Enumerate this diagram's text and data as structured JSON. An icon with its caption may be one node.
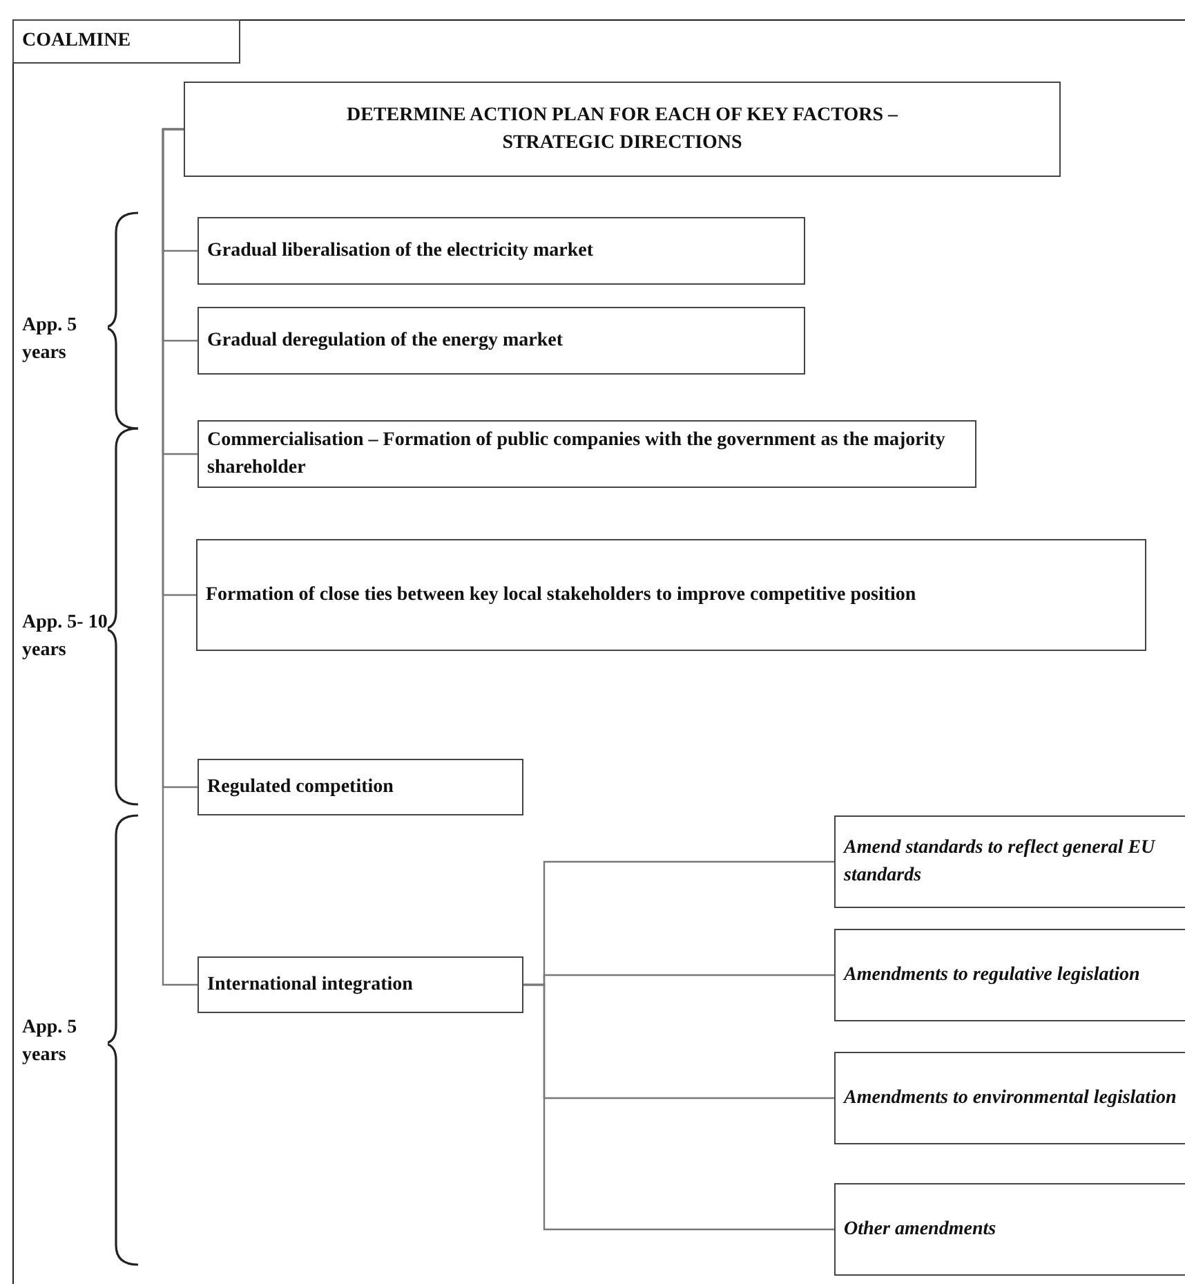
{
  "diagram": {
    "nodes": [
      {
        "text": [
          "COALMINE"
        ]
      },
      {
        "text": [
          "DETERMINE ACTION PLAN FOR EACH OF KEY FACTORS – STRATEGIC DIRECTIONS"
        ]
      },
      {
        "text": [
          "Gradual liberalisation of the electricity market"
        ]
      },
      {
        "text": [
          "Gradual deregulation of the energy market"
        ]
      },
      {
        "text": [
          "Commercialisation – Formation of public companies with the government as the majority shareholder"
        ]
      },
      {
        "text": [
          "Formation of close ties between key local stakeholders to improve competitive position"
        ]
      },
      {
        "text": [
          "Regulated competition"
        ]
      },
      {
        "text": [
          "International integration"
        ]
      },
      {
        "text": [
          "Amend standards to reflect general EU standards"
        ]
      },
      {
        "text": [
          "Amendments to regulative legislation"
        ]
      },
      {
        "text": [
          "Amendments to environmental legislation"
        ]
      },
      {
        "text": [
          "Other amendments"
        ]
      }
    ],
    "edges": [
      {
        "from": 1,
        "to": 2,
        "arrow": "none"
      },
      {
        "from": 1,
        "to": 3,
        "arrow": "none"
      },
      {
        "from": 1,
        "to": 4,
        "arrow": "none"
      },
      {
        "from": 1,
        "to": 5,
        "arrow": "none"
      },
      {
        "from": 1,
        "to": 6,
        "arrow": "none"
      },
      {
        "from": 1,
        "to": 7,
        "arrow": "none"
      },
      {
        "from": 7,
        "to": 8,
        "arrow": "none"
      },
      {
        "from": 7,
        "to": 9,
        "arrow": "none"
      },
      {
        "from": 7,
        "to": 10,
        "arrow": "none"
      },
      {
        "from": 7,
        "to": 11,
        "arrow": "none"
      }
    ],
    "labels": [
      "App. 5 years",
      "App. 5- 10 years",
      "App. 5 years"
    ]
  }
}
